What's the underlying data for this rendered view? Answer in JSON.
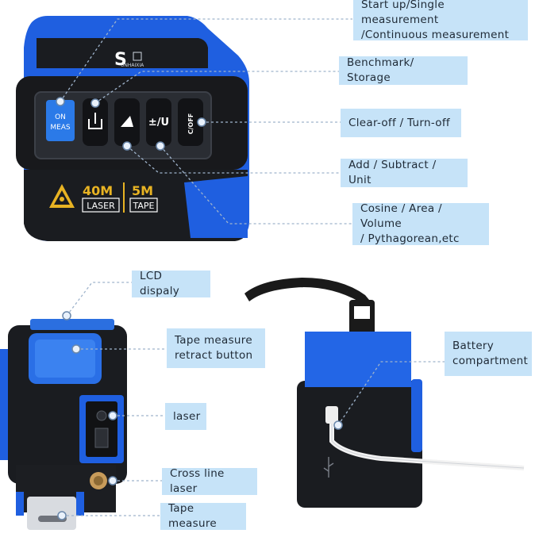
{
  "callouts": {
    "start_up": [
      "Start up/Single measurement",
      "/Continuous measurement"
    ],
    "benchmark": [
      "Benchmark/ Storage"
    ],
    "clear_off": [
      "Clear-off / Turn-off"
    ],
    "add_subtract": [
      "Add / Subtract / Unit"
    ],
    "cosine": [
      "Cosine / Area / Volume",
      "/ Pythagorean,etc"
    ],
    "lcd": [
      "LCD dispaly"
    ],
    "tape_retract": [
      "Tape measure",
      "retract button"
    ],
    "laser": [
      "laser"
    ],
    "cross_line": [
      "Cross line laser"
    ],
    "tape_measure": [
      "Tape measure"
    ],
    "battery": [
      "Battery",
      "compartment"
    ]
  },
  "device": {
    "brand_letter": "S",
    "brand_name": "UNHAIXIA",
    "btn_on_meas": [
      "ON",
      "MEAS"
    ],
    "btn_add_unit": "±/U",
    "btn_c_off": "C/OFF",
    "laser_range": "40M",
    "laser_word": "LASER",
    "tape_range": "5M",
    "tape_word": "TAPE"
  },
  "colors": {
    "device_blue": "#1f5fe0",
    "device_black": "#1a1c20",
    "accent_yellow": "#e8b323",
    "callout_bg": "#c6e3f8"
  }
}
